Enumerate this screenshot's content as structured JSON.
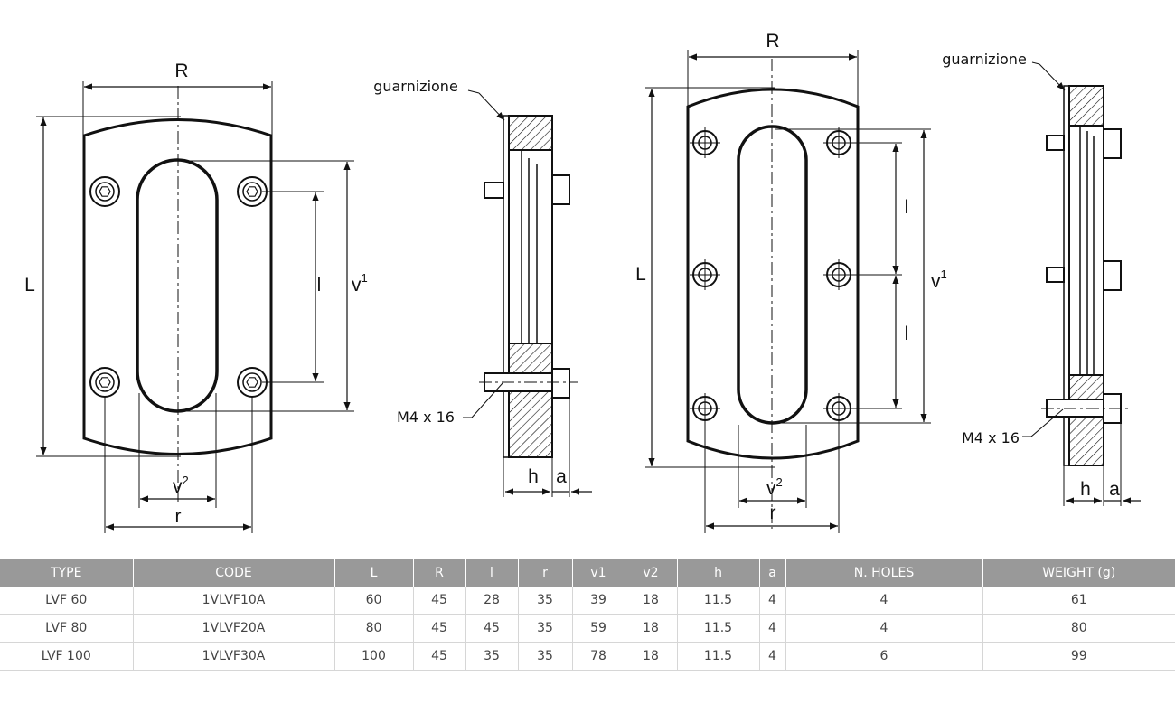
{
  "front_view_1": {
    "label_R": "R",
    "label_L": "L",
    "label_l": "l",
    "label_v1": "v",
    "label_v1_sup": "1",
    "label_v2": "v",
    "label_v2_sup": "2",
    "label_r": "r"
  },
  "side_view_1": {
    "label_gasket": "guarnizione",
    "label_screw": "M4 x 16",
    "label_h": "h",
    "label_a": "a"
  },
  "front_view_2": {
    "label_R": "R",
    "label_L": "L",
    "label_l_top": "l",
    "label_l_bottom": "l",
    "label_v1": "v",
    "label_v1_sup": "1",
    "label_v2": "v",
    "label_v2_sup": "2",
    "label_r": "r"
  },
  "side_view_2": {
    "label_gasket": "guarnizione",
    "label_screw": "M4 x 16",
    "label_h": "h",
    "label_a": "a"
  },
  "colors": {
    "header_bg": "#999999",
    "header_text": "#ffffff",
    "cell_text": "#444444",
    "line": "#111111"
  },
  "table": {
    "headers": [
      "TYPE",
      "CODE",
      "L",
      "R",
      "l",
      "r",
      "v1",
      "v2",
      "h",
      "a",
      "N. HOLES",
      "WEIGHT (g)"
    ],
    "rows": [
      [
        "LVF 60",
        "1VLVF10A",
        "60",
        "45",
        "28",
        "35",
        "39",
        "18",
        "11.5",
        "4",
        "4",
        "61"
      ],
      [
        "LVF 80",
        "1VLVF20A",
        "80",
        "45",
        "45",
        "35",
        "59",
        "18",
        "11.5",
        "4",
        "4",
        "80"
      ],
      [
        "LVF 100",
        "1VLVF30A",
        "100",
        "45",
        "35",
        "35",
        "78",
        "18",
        "11.5",
        "4",
        "6",
        "99"
      ]
    ]
  }
}
